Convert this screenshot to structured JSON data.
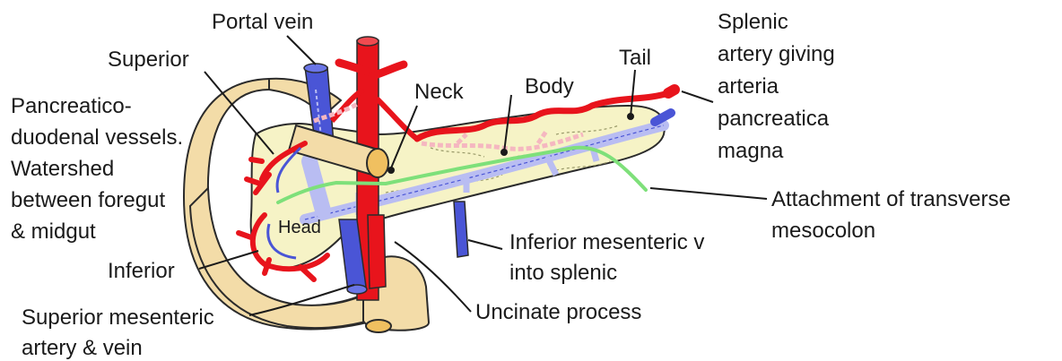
{
  "labels": {
    "portal_vein": "Portal vein",
    "superior": "Superior",
    "pd_line1": "Pancreatico-",
    "pd_line2": "duodenal vessels.",
    "pd_line3": "Watershed",
    "pd_line4": "between foregut",
    "pd_line5": "& midgut",
    "inferior": "Inferior",
    "sm_line1": "Superior mesenteric",
    "sm_line2": "artery & vein",
    "neck": "Neck",
    "body": "Body",
    "tail": "Tail",
    "head": "Head",
    "splenic_line1": "Splenic",
    "splenic_line2": "artery giving",
    "splenic_line3": "arteria",
    "splenic_line4": "pancreatica",
    "splenic_line5": "magna",
    "tm_line1": "Attachment of transverse",
    "tm_line2": "mesocolon",
    "imv_line1": "Inferior mesenteric v",
    "imv_line2": "into splenic",
    "uncinate": "Uncinate process"
  },
  "colors": {
    "pancreas": "#f6f3c6",
    "duodenum": "#f3dca8",
    "artery": "#e8141c",
    "vein": "#4a55d6",
    "vein_light": "#b9bdf2",
    "mesocolon": "#7ee07a",
    "outline": "#2b2b2b"
  }
}
